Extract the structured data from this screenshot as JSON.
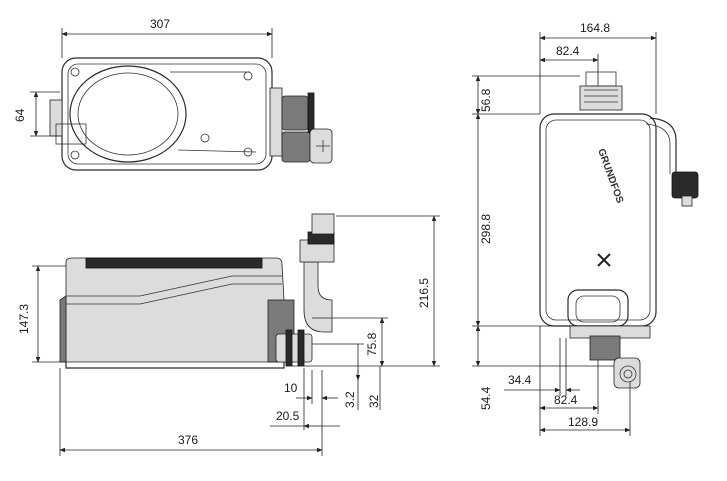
{
  "dimensions": {
    "top_view_width": "307",
    "top_view_height": "64",
    "side_view_height": "147.3",
    "side_view_width": "376",
    "outlet_height": "216.5",
    "inlet_height": "75.8",
    "offset_10": "10",
    "offset_20_5": "20.5",
    "offset_3_2": "3.2",
    "offset_32": "32",
    "end_width": "164.8",
    "end_half_width_top": "82.4",
    "end_top_offset": "56.8",
    "end_height": "298.8",
    "end_bottom_offset": "54.4",
    "end_left_offset": "34.4",
    "end_half_width_bottom": "82.4",
    "end_bottom_width": "128.9"
  },
  "brand": {
    "logo_text": "GRUNDFOS"
  }
}
